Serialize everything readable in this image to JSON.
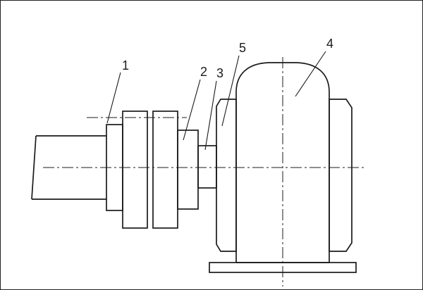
{
  "colors": {
    "background": "#ffffff",
    "line": "#1b1b1b"
  },
  "labels": {
    "part1": "1",
    "part2": "2",
    "part3": "3",
    "part4": "4",
    "part5": "5"
  }
}
